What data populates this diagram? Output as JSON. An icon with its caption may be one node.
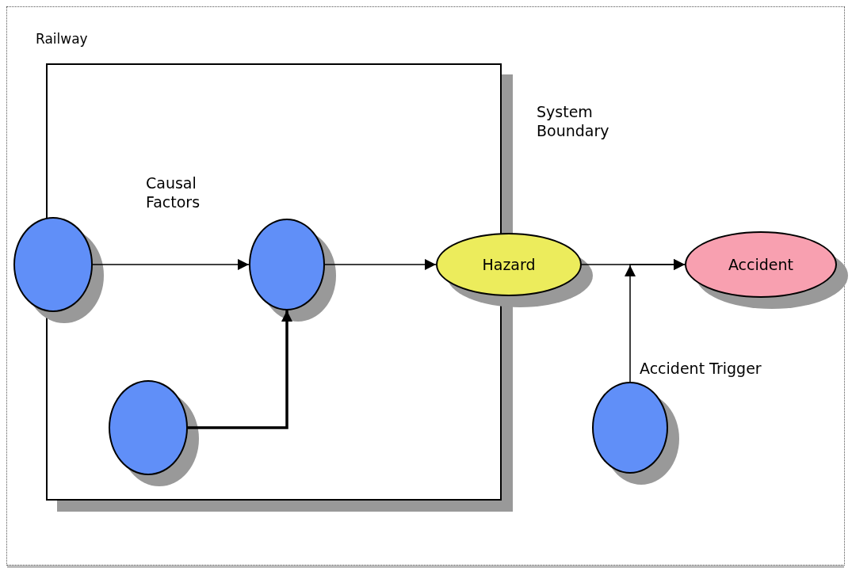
{
  "diagram": {
    "nodes": [
      {
        "text": [
          "Railway"
        ]
      },
      {
        "text": [
          "System Boundary"
        ],
        "in": 0
      },
      {
        "text": [],
        "shape": "circle",
        "in": 0
      },
      {
        "text": [],
        "shape": "circle",
        "in": 1
      },
      {
        "text": [],
        "shape": "circle",
        "in": 1
      },
      {
        "text": [
          "Hazard"
        ],
        "in": 0
      },
      {
        "text": [
          "Accident"
        ],
        "in": 0
      },
      {
        "text": [],
        "shape": "circle",
        "in": 0,
        "beside": [
          "Accident Trigger"
        ]
      }
    ],
    "edges": [
      {
        "from": 2,
        "to": 3,
        "arrow": "to"
      },
      {
        "from": 4,
        "to": 3,
        "arrow": "to",
        "style": "thick"
      },
      {
        "from": 3,
        "to": 5,
        "arrow": "to"
      },
      {
        "from": 5,
        "to": 6,
        "arrow": "to"
      },
      {
        "from": 7,
        "to": 6,
        "arrow": "to"
      }
    ],
    "labels": [
      "Causal Factors"
    ]
  }
}
